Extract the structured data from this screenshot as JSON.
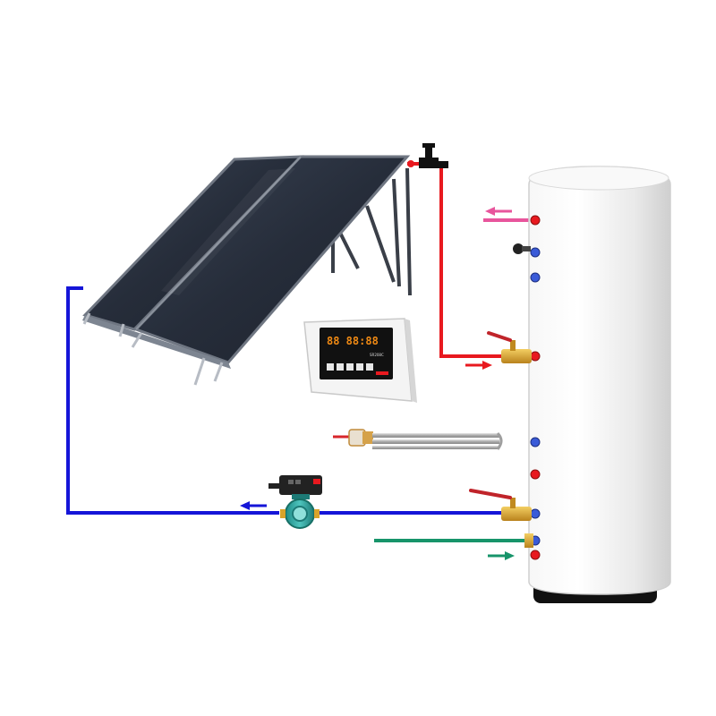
{
  "colors": {
    "hot_pipe": "#e8191f",
    "cold_loop_pipe": "#1515d8",
    "cold_inlet_pipe": "#17946a",
    "hot_outlet_pipe": "#e8559c",
    "panel_glass": "#2c3442",
    "tank_body": "#ececec",
    "brass": "#d8a32a",
    "display_orange": "#f08a14"
  },
  "controller": {
    "display_text": "88 88:88",
    "brand_text": "SR208C"
  },
  "flow_arrows": [
    {
      "label": "hot-water-outlet",
      "direction": "left",
      "color_key": "hot_outlet_pipe"
    },
    {
      "label": "hot-supply-to-tank",
      "direction": "right",
      "color_key": "hot_pipe"
    },
    {
      "label": "return-to-collector",
      "direction": "left",
      "color_key": "cold_loop_pipe"
    },
    {
      "label": "cold-water-inlet",
      "direction": "right",
      "color_key": "cold_inlet_pipe"
    }
  ],
  "icons": [
    "solar-collector-panel",
    "storage-tank",
    "solar-controller",
    "circulation-pump",
    "electric-heating-element",
    "ball-valve",
    "air-vent-valve"
  ]
}
